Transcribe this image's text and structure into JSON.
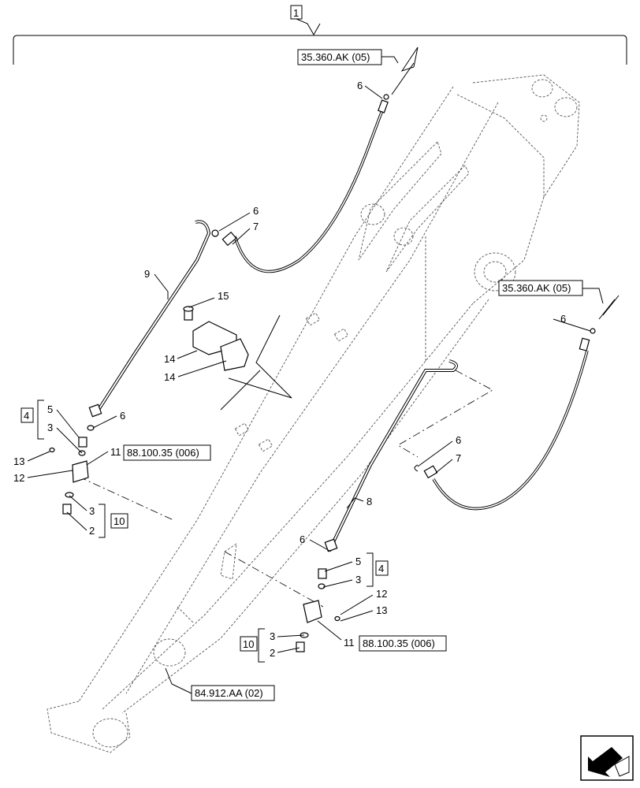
{
  "assembly_callout": "1",
  "callouts": {
    "c6_top": "6",
    "c6_a": "6",
    "c7_a": "7",
    "c9": "9",
    "c15": "15",
    "c14_a": "14",
    "c14_b": "14",
    "c5_l": "5",
    "c3_l": "3",
    "c6_l": "6",
    "c13_l": "13",
    "c12_l": "12",
    "c11_l": "11",
    "c3_lb": "3",
    "c2_l": "2",
    "c6_r": "6",
    "c6_r2": "6",
    "c7_r": "7",
    "c8": "8",
    "c6_r3": "6",
    "c5_r": "5",
    "c3_r": "3",
    "c12_r": "12",
    "c13_r": "13",
    "c3_rb": "3",
    "c2_r": "2",
    "c11_r": "11"
  },
  "boxed_refs": {
    "ref_top": "35.360.AK (05)",
    "ref_right": "35.360.AK (05)",
    "ref_88_left": "88.100.35 (006)",
    "ref_88_right": "88.100.35 (006)",
    "ref_84": "84.912.AA (02)",
    "kit4_left": "4",
    "kit10_left": "10",
    "kit4_right": "4",
    "kit10_right": "10"
  },
  "nav_icon": "next-page-arrow-icon"
}
